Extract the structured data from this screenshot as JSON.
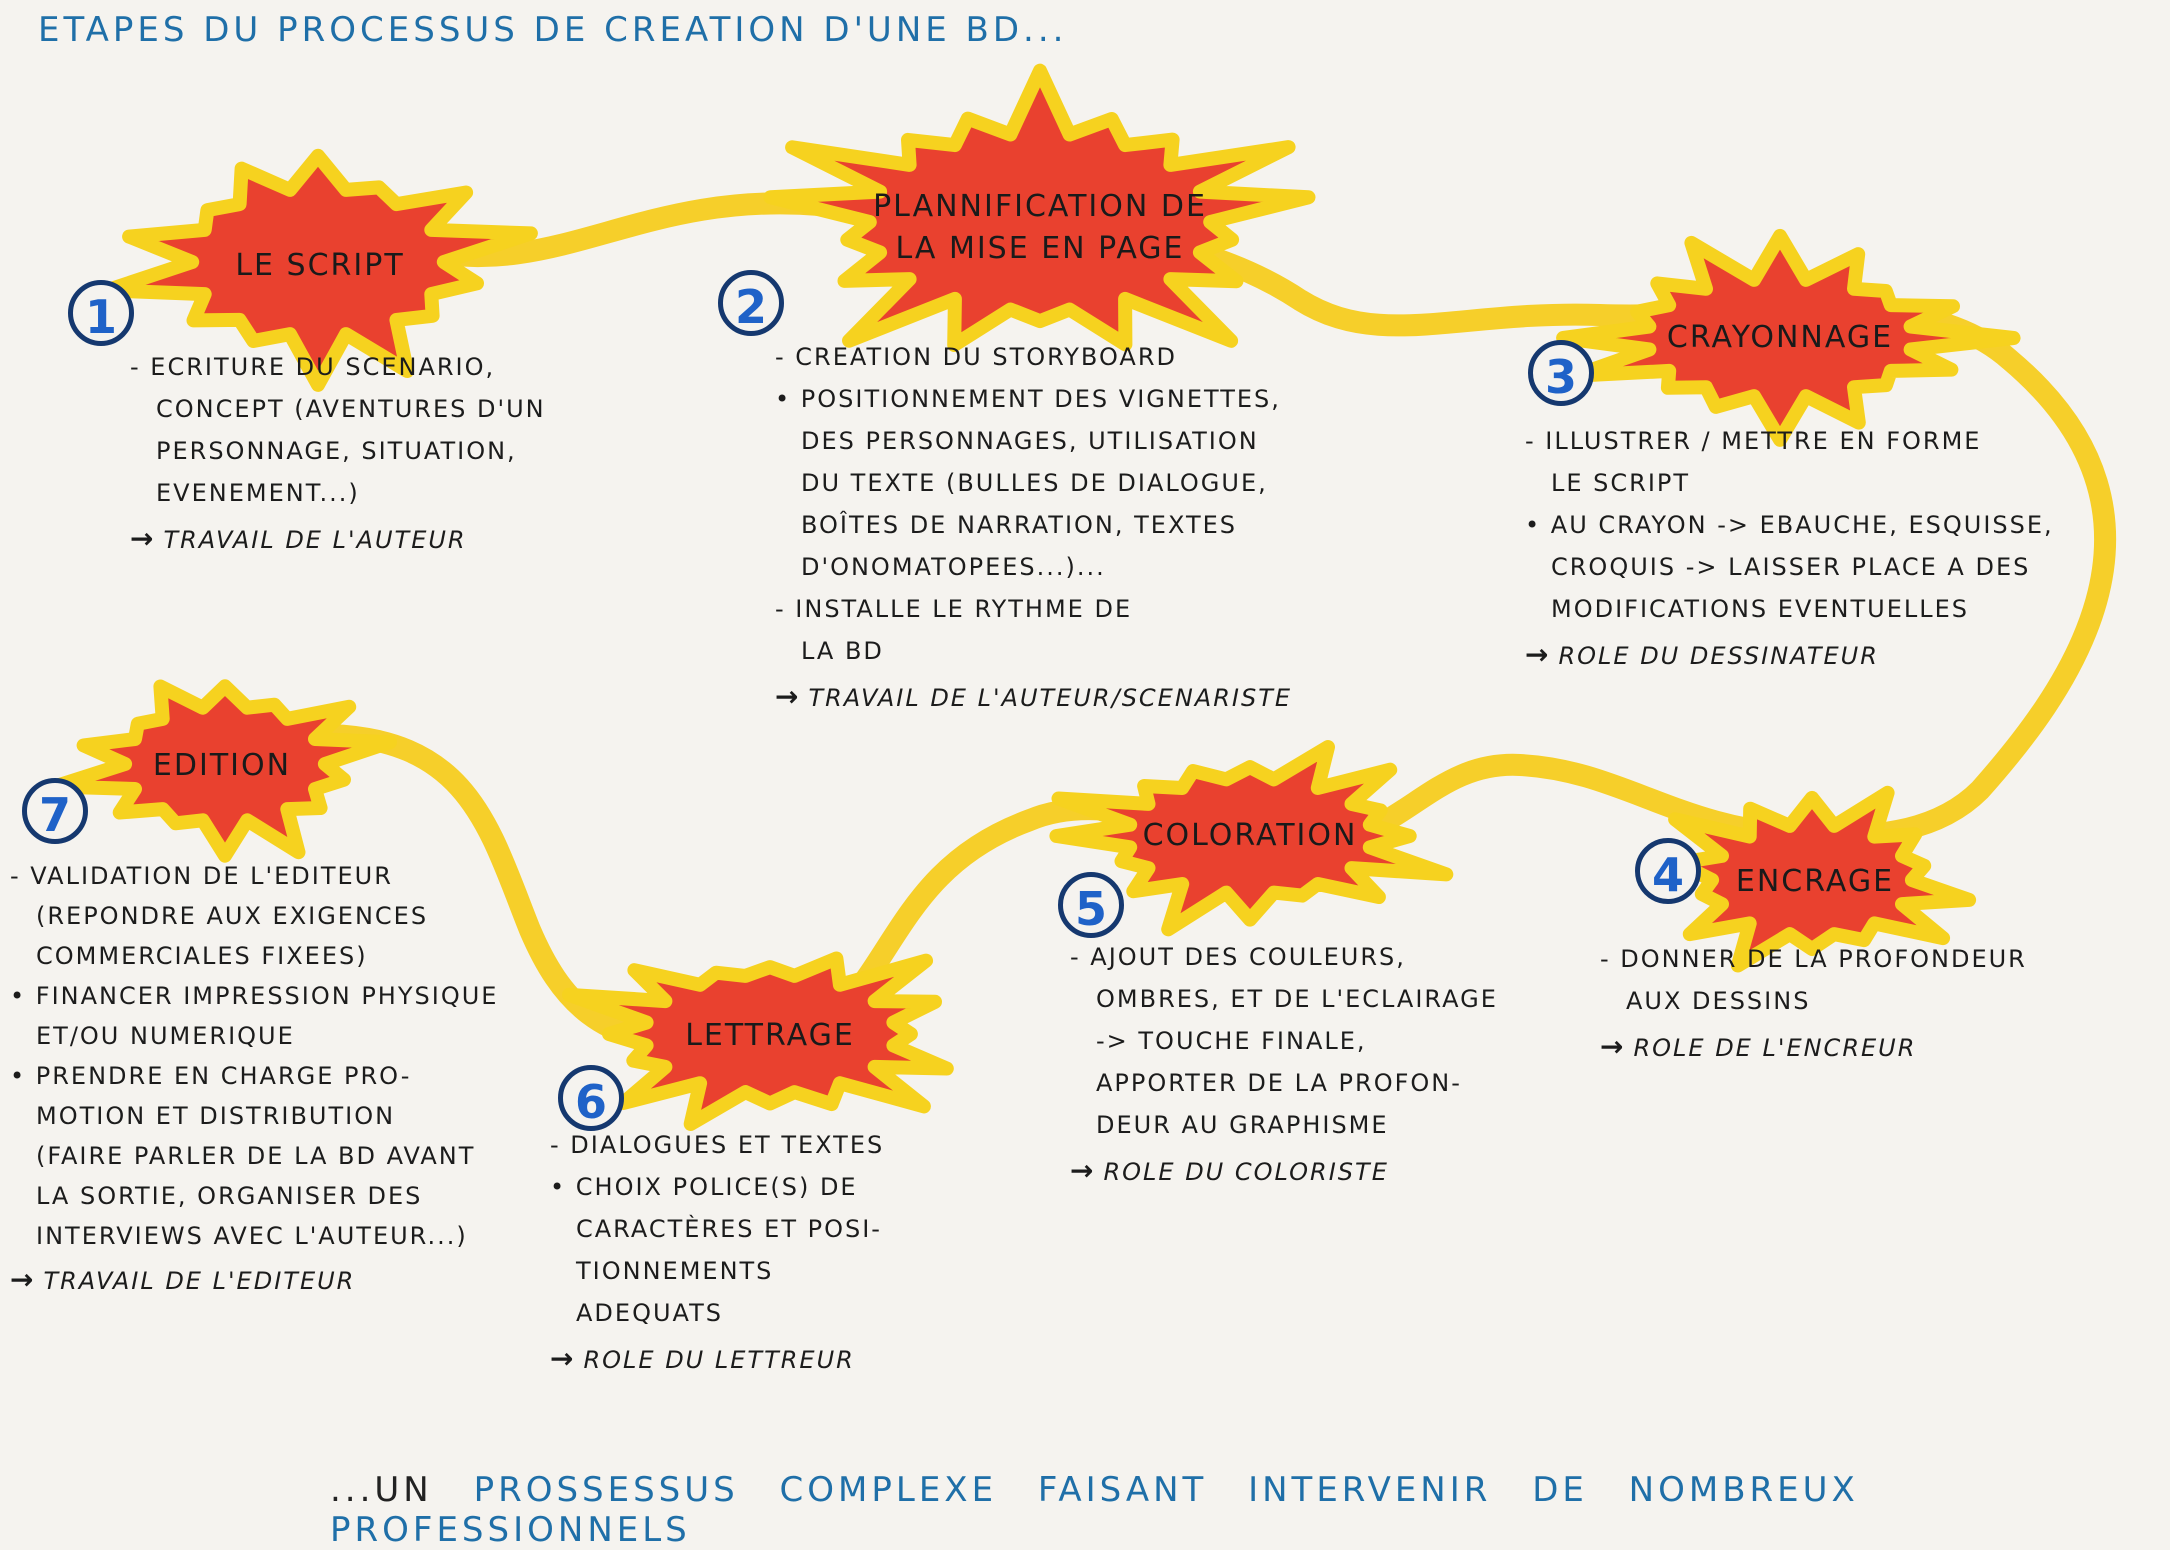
{
  "title": "ETAPES DU PROCESSUS DE CREATION D'UNE BD...",
  "footer": {
    "prefix": "...UN",
    "text": "PROSSESSUS COMPLEXE FAISANT INTERVENIR DE NOMBREUX PROFESSIONNELS"
  },
  "colors": {
    "burst_fill": "#e9412f",
    "burst_outline": "#f6d21f",
    "path": "#f6cf2a",
    "number": "#1f62c8",
    "title": "#1f6fa8"
  },
  "steps": [
    {
      "number": "1",
      "label": [
        "LE SCRIPT"
      ],
      "lines": [
        "- ECRITURE DU SCENARIO,",
        "CONCEPT (AVENTURES D'UN",
        "PERSONNAGE, SITUATION,",
        "EVENEMENT...)"
      ],
      "role": "TRAVAIL DE L'AUTEUR"
    },
    {
      "number": "2",
      "label": [
        "PLANNIFICATION DE",
        "LA MISE EN PAGE"
      ],
      "lines": [
        "- CREATION DU STORYBOARD",
        "• POSITIONNEMENT DES VIGNETTES,",
        "DES PERSONNAGES, UTILISATION",
        "DU TEXTE (BULLES DE DIALOGUE,",
        "BOÎTES DE NARRATION, TEXTES",
        "D'ONOMATOPEES...)...",
        "- INSTALLE LE RYTHME DE",
        "LA BD"
      ],
      "role": "TRAVAIL DE L'AUTEUR/SCENARISTE"
    },
    {
      "number": "3",
      "label": [
        "CRAYONNAGE"
      ],
      "lines": [
        "- ILLUSTRER / METTRE EN FORME",
        "LE SCRIPT",
        "• AU CRAYON -> EBAUCHE, ESQUISSE,",
        "CROQUIS -> LAISSER PLACE A DES",
        "MODIFICATIONS EVENTUELLES"
      ],
      "role": "ROLE DU DESSINATEUR"
    },
    {
      "number": "4",
      "label": [
        "ENCRAGE"
      ],
      "lines": [
        "- DONNER DE LA PROFONDEUR",
        "AUX DESSINS"
      ],
      "role": "ROLE DE L'ENCREUR"
    },
    {
      "number": "5",
      "label": [
        "COLORATION"
      ],
      "lines": [
        "- AJOUT DES COULEURS,",
        "OMBRES, ET DE L'ECLAIRAGE",
        "-> TOUCHE FINALE,",
        "APPORTER DE LA PROFON-",
        "DEUR AU GRAPHISME"
      ],
      "role": "ROLE DU COLORISTE"
    },
    {
      "number": "6",
      "label": [
        "LETTRAGE"
      ],
      "lines": [
        "- DIALOGUES ET TEXTES",
        "• CHOIX POLICE(S) DE",
        "CARACTÈRES ET POSI-",
        "TIONNEMENTS",
        "ADEQUATS"
      ],
      "role": "ROLE DU LETTREUR"
    },
    {
      "number": "7",
      "label": [
        "EDITION"
      ],
      "lines": [
        "- VALIDATION DE L'EDITEUR",
        "(REPONDRE AUX EXIGENCES",
        "COMMERCIALES FIXEES)",
        "• FINANCER IMPRESSION PHYSIQUE",
        "ET/OU NUMERIQUE",
        "• PRENDRE EN CHARGE PRO-",
        "MOTION ET DISTRIBUTION",
        "(FAIRE PARLER DE LA BD AVANT",
        "LA SORTIE, ORGANISER DES",
        "INTERVIEWS AVEC L'AUTEUR...)"
      ],
      "role": "TRAVAIL DE L'EDITEUR"
    }
  ]
}
